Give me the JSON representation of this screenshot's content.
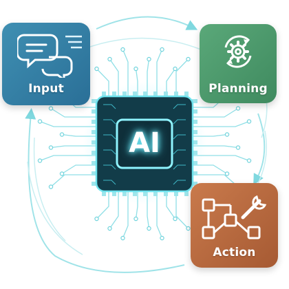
{
  "chip": {
    "label": "AI"
  },
  "cards": {
    "input": {
      "label": "Input",
      "icon": "chat-bubbles-icon",
      "color": "#3a85a9"
    },
    "planning": {
      "label": "Planning",
      "icon": "gear-cycle-icon",
      "color": "#4f9c6f"
    },
    "action": {
      "label": "Action",
      "icon": "flowchart-wrench-icon",
      "color": "#b86a3f"
    }
  },
  "colors": {
    "accent": "#4fd0d9",
    "chip": "#123c49",
    "glow": "#7ff3ff"
  }
}
